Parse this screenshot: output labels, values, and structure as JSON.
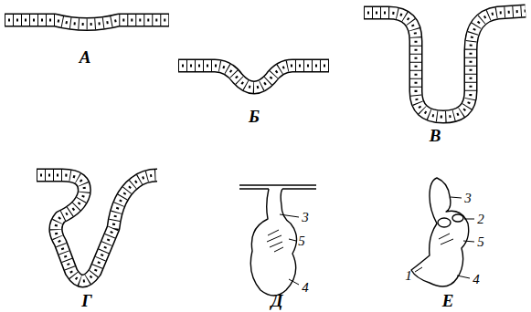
{
  "diagram": {
    "labels": [
      "А",
      "Б",
      "В",
      "Г",
      "3",
      "5",
      "4",
      "Д",
      "3",
      "2",
      "5",
      "1",
      "4",
      "Е"
    ]
  }
}
